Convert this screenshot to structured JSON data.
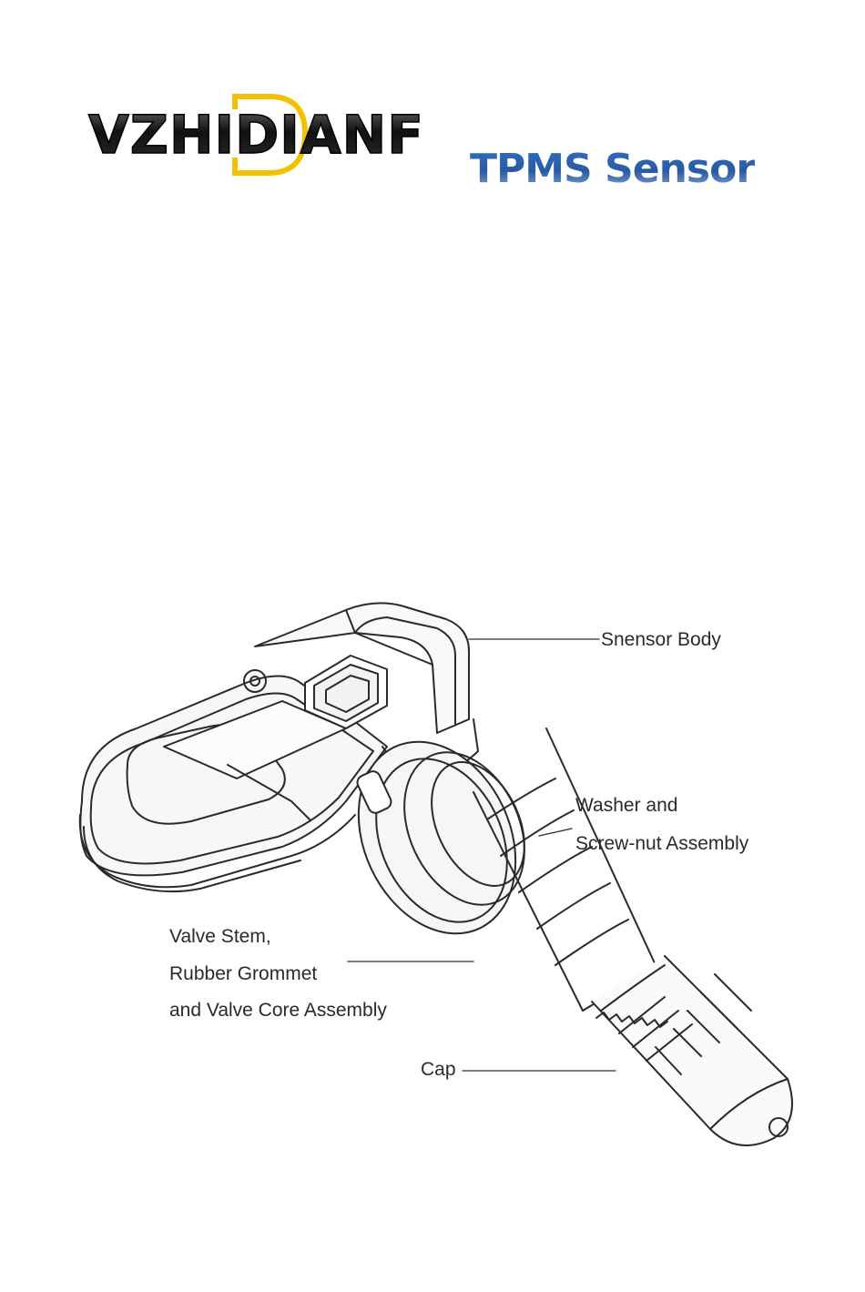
{
  "brand": {
    "logo_text": "VZHIDIANF",
    "accent_color": "#f2c200",
    "text_color": "#111111"
  },
  "title": "TPMS Sensor",
  "diagram": {
    "labels": {
      "sensor_body": "Snensor Body",
      "washer_line1": "Washer and",
      "washer_line2": "Screw-nut Assembly",
      "valve_line1": "Valve Stem,",
      "valve_line2": "Rubber Grommet",
      "valve_line3": "and Valve Core Assembly",
      "cap": "Cap"
    }
  }
}
